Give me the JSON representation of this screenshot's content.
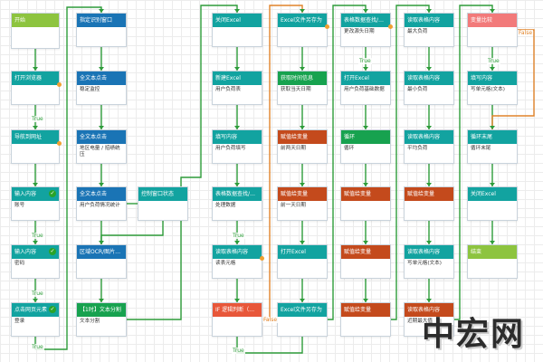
{
  "colors": {
    "wire_true": "#2e9c3a",
    "wire_false": "#e0842a",
    "watermark": "#1b1b1b"
  },
  "branch_labels": {
    "true": "True",
    "false": "False"
  },
  "watermark_text": "中宏网",
  "nodes": [
    {
      "id": "start",
      "title": "开始",
      "body": "",
      "color": "#8dc43f"
    },
    {
      "id": "open-browser",
      "title": "打开浏览器",
      "body": "",
      "color": "#12a3a0"
    },
    {
      "id": "navigate",
      "title": "导航到网址",
      "body": "",
      "color": "#12a3a0"
    },
    {
      "id": "input-account",
      "title": "输入内容",
      "body": "账号",
      "color": "#12a3a0"
    },
    {
      "id": "input-password",
      "title": "输入内容",
      "body": "密码",
      "color": "#12a3a0"
    },
    {
      "id": "click-login",
      "title": "点击网页元素",
      "body": "登录",
      "color": "#12a3a0"
    },
    {
      "id": "select-window",
      "title": "指定识别窗口",
      "body": "",
      "color": "#1a74b5"
    },
    {
      "id": "click-stability",
      "title": "全文本点击",
      "body": "稳定监控",
      "color": "#1a74b5"
    },
    {
      "id": "click-region",
      "title": "全文本点击",
      "body": "地区电量 / 招绩统压",
      "color": "#1a74b5"
    },
    {
      "id": "click-user-stats",
      "title": "全文本点击",
      "body": "用户负荷情况统计",
      "color": "#1a74b5"
    },
    {
      "id": "ocr-region",
      "title": "区域OCR/图片文...",
      "body": "",
      "color": "#1a74b5"
    },
    {
      "id": "text-split",
      "title": "【1时】文本分割",
      "body": "文本分割",
      "color": "#17a24f"
    },
    {
      "id": "window-state",
      "title": "控制窗口状态",
      "body": "",
      "color": "#12a3a0"
    },
    {
      "id": "close-excel",
      "title": "关闭Excel",
      "body": "",
      "color": "#12a3a0"
    },
    {
      "id": "new-excel",
      "title": "新建Excel",
      "body": "用户负荷表",
      "color": "#12a3a0"
    },
    {
      "id": "write-content",
      "title": "填写内容",
      "body": "用户负荷填写",
      "color": "#12a3a0"
    },
    {
      "id": "find-replace",
      "title": "表格数据查找/替换",
      "body": "处理数据",
      "color": "#12a3a0"
    },
    {
      "id": "read-table",
      "title": "读取表格内容",
      "body": "读表元格",
      "color": "#12a3a0"
    },
    {
      "id": "if-cond",
      "title": "IF 逻辑判断（可...",
      "body": "",
      "color": "#e8573a"
    },
    {
      "id": "excel-save-as",
      "title": "Excel文件另存为",
      "body": "",
      "color": "#12a3a0"
    },
    {
      "id": "get-time",
      "title": "获取时间信息",
      "body": "获取当天日期",
      "color": "#17a24f"
    },
    {
      "id": "assign-var-1",
      "title": "赋值给变量",
      "body": "前两天日期",
      "color": "#c44a1c"
    },
    {
      "id": "assign-var-2",
      "title": "赋值给变量",
      "body": "前一天日期",
      "color": "#c44a1c"
    },
    {
      "id": "open-excel-1",
      "title": "打开Excel",
      "body": "",
      "color": "#12a3a0"
    },
    {
      "id": "excel-save-as-2",
      "title": "Excel文件另存为",
      "body": "",
      "color": "#12a3a0"
    },
    {
      "id": "find-replace-2",
      "title": "表格数据查找/替换",
      "body": "更改源头日期",
      "color": "#12a3a0"
    },
    {
      "id": "open-excel-2",
      "title": "打开Excel",
      "body": "用户负荷基础数据",
      "color": "#12a3a0"
    },
    {
      "id": "loop",
      "title": "循环",
      "body": "循环",
      "color": "#17a24f"
    },
    {
      "id": "assign-var-3",
      "title": "赋值给变量",
      "body": "",
      "color": "#c44a1c"
    },
    {
      "id": "assign-var-4",
      "title": "赋值给变量",
      "body": "",
      "color": "#c44a1c"
    },
    {
      "id": "assign-var-5",
      "title": "赋值给变量",
      "body": "",
      "color": "#c44a1c"
    },
    {
      "id": "read-max",
      "title": "读取表格内容",
      "body": "最大负荷",
      "color": "#12a3a0"
    },
    {
      "id": "read-min",
      "title": "读取表格内容",
      "body": "最小负荷",
      "color": "#12a3a0"
    },
    {
      "id": "read-avg",
      "title": "读取表格内容",
      "body": "平均负荷",
      "color": "#12a3a0"
    },
    {
      "id": "assign-var-6",
      "title": "赋值给变量",
      "body": "",
      "color": "#c44a1c"
    },
    {
      "id": "read-write-text",
      "title": "读取表格内容",
      "body": "写单元格(文本)",
      "color": "#12a3a0"
    },
    {
      "id": "read-recent",
      "title": "读取表格内容",
      "body": "近期最大值",
      "color": "#c44a1c"
    },
    {
      "id": "var-compare",
      "title": "变量比较",
      "body": "",
      "color": "#f27a7a"
    },
    {
      "id": "write-cell",
      "title": "填写内容",
      "body": "写单元格(文本)",
      "color": "#12a3a0"
    },
    {
      "id": "loop-end",
      "title": "循环末尾",
      "body": "循环末尾",
      "color": "#12a3a0"
    },
    {
      "id": "close-excel-2",
      "title": "关闭Excel",
      "body": "",
      "color": "#12a3a0"
    },
    {
      "id": "end",
      "title": "结束",
      "body": "",
      "color": "#8dc43f"
    }
  ]
}
